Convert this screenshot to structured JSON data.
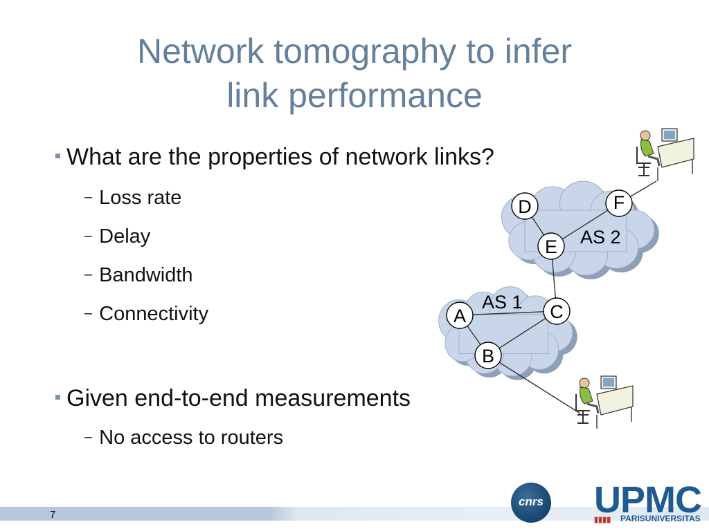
{
  "slide": {
    "title_line1": "Network tomography to infer",
    "title_line2": "link performance",
    "bullet1": "What are the properties of network links?",
    "bullet1_items": [
      "Loss rate",
      "Delay",
      "Bandwidth",
      "Connectivity"
    ],
    "bullet2": "Given end-to-end measurements",
    "bullet2_items": [
      "No access to routers"
    ],
    "sub_marker": "–",
    "page_number": "7"
  },
  "diagram": {
    "nodes": [
      "D",
      "F",
      "E",
      "A",
      "C",
      "B"
    ],
    "as_labels": [
      "AS 2",
      "AS 1"
    ],
    "icons": [
      "computer-user-icon",
      "computer-user-icon"
    ]
  },
  "logos": {
    "cnrs": "cnrs",
    "upmc": "UPMC",
    "upmc_sub": "PARISUNIVERSITAS"
  },
  "colors": {
    "title": "#64809c",
    "bullet_marker": "#7f96b2",
    "cloud": "#c9d6ea",
    "cloud_shadow": "#8da0b8",
    "brand_blue": "#1e5a93"
  }
}
